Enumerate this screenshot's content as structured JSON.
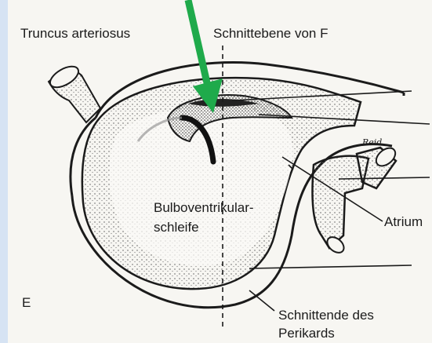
{
  "labels": {
    "truncus": "Truncus arteriosus",
    "schnittebene": "Schnittebene von F",
    "bulbo_line1": "Bulboventrikular-",
    "bulbo_line2": "schleife",
    "atrium": "Atrium",
    "schnittende_line1": "Schnittende des",
    "schnittende_line2": "Perikards",
    "panel": "E"
  },
  "signature": "Reid",
  "colors": {
    "background": "#d6e3f3",
    "paper": "#f7f6f2",
    "ink": "#1b1b1b",
    "arrow": "#1faa4b"
  }
}
